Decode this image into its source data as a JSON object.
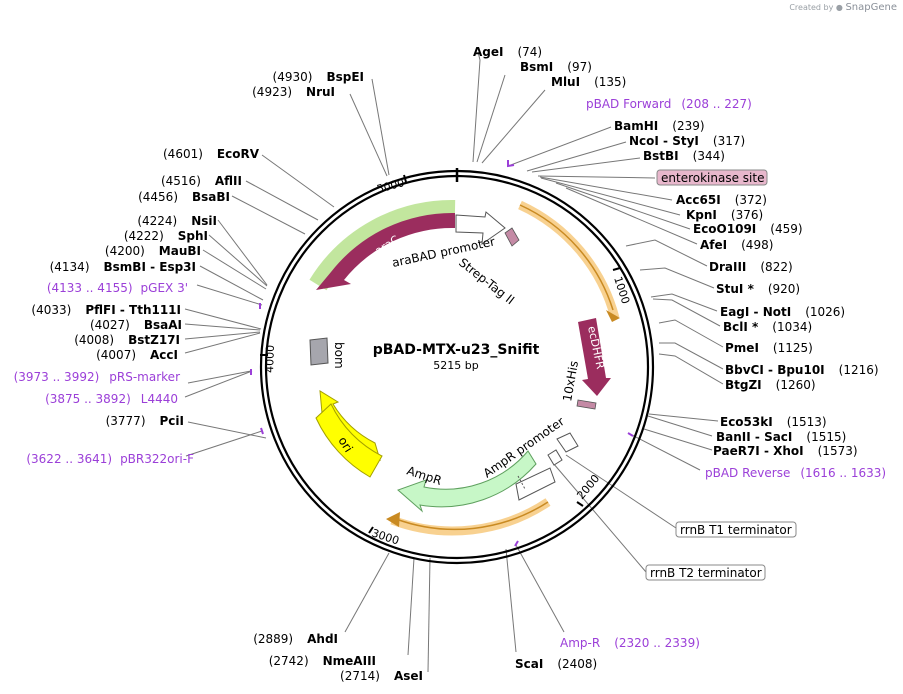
{
  "credit": {
    "prefix": "Created by",
    "brand": "SnapGene"
  },
  "plasmid": {
    "name": "pBAD-MTX-u23_Snifit",
    "length": "5215 bp"
  },
  "ruler": [
    "1000",
    "2000",
    "3000",
    "4000",
    "5000"
  ],
  "sites": {
    "agei": {
      "name": "AgeI",
      "pos": "(74)"
    },
    "bsmi": {
      "name": "BsmI",
      "pos": "(97)"
    },
    "mlui": {
      "name": "MluI",
      "pos": "(135)"
    },
    "bamhi": {
      "name": "BamHI",
      "pos": "(239)"
    },
    "ncoi": {
      "name": "NcoI",
      "sep": " - ",
      "name2": "StyI",
      "pos": "(317)"
    },
    "bstbi": {
      "name": "BstBI",
      "pos": "(344)"
    },
    "acc65i": {
      "name": "Acc65I",
      "pos": "(372)"
    },
    "kpni": {
      "name": "KpnI",
      "pos": "(376)"
    },
    "eco0109i": {
      "name": "EcoO109I",
      "pos": "(459)"
    },
    "afei": {
      "name": "AfeI",
      "pos": "(498)"
    },
    "draiii": {
      "name": "DraIII",
      "pos": "(822)"
    },
    "stui": {
      "name": "StuI *",
      "pos": "(920)"
    },
    "eagi": {
      "name": "EagI",
      "sep": " - ",
      "name2": "NotI",
      "pos": "(1026)"
    },
    "bcli": {
      "name": "BclI *",
      "pos": "(1034)"
    },
    "pmei": {
      "name": "PmeI",
      "pos": "(1125)"
    },
    "bbvci": {
      "name": "BbvCI",
      "sep": " - ",
      "name2": "Bpu10I",
      "pos": "(1216)"
    },
    "btgzi": {
      "name": "BtgZI",
      "pos": "(1260)"
    },
    "eco53ki": {
      "name": "Eco53kI",
      "pos": "(1513)"
    },
    "banii": {
      "name": "BanII",
      "sep": " - ",
      "name2": "SacI",
      "pos": "(1515)"
    },
    "paer7i": {
      "name": "PaeR7I",
      "sep": " - ",
      "name2": "XhoI",
      "pos": "(1573)"
    },
    "scai": {
      "name": "ScaI",
      "pos": "(2408)"
    },
    "asei": {
      "name": "AseI",
      "pos": "(2714)"
    },
    "nmeaiii": {
      "name": "NmeAIII",
      "pos": "(2742)"
    },
    "ahdi": {
      "name": "AhdI",
      "pos": "(2889)"
    },
    "pcii": {
      "name": "PciI",
      "pos": "(3777)"
    },
    "acci": {
      "name": "AccI",
      "pos": "(4007)"
    },
    "bstz17i": {
      "name": "BstZ17I",
      "pos": "(4008)"
    },
    "bsaai": {
      "name": "BsaAI",
      "pos": "(4027)"
    },
    "pflfi": {
      "name": "PflFI",
      "sep": " - ",
      "name2": "Tth111I",
      "pos": "(4033)"
    },
    "bsmbi": {
      "name": "BsmBI",
      "sep": " - ",
      "name2": "Esp3I",
      "pos": "(4134)"
    },
    "maubi": {
      "name": "MauBI",
      "pos": "(4200)"
    },
    "sphi": {
      "name": "SphI",
      "pos": "(4222)"
    },
    "nsii": {
      "name": "NsiI",
      "pos": "(4224)"
    },
    "bsabi": {
      "name": "BsaBI",
      "pos": "(4456)"
    },
    "aflii": {
      "name": "AflII",
      "pos": "(4516)"
    },
    "ecorv": {
      "name": "EcoRV",
      "pos": "(4601)"
    },
    "nrui": {
      "name": "NruI",
      "pos": "(4923)"
    },
    "bspei": {
      "name": "BspEI",
      "pos": "(4930)"
    }
  },
  "primers": {
    "pbad_forward": {
      "name": "pBAD Forward",
      "range": "(208 .. 227)"
    },
    "pbad_reverse": {
      "name": "pBAD Reverse",
      "range": "(1616 .. 1633)"
    },
    "amp_r": {
      "name": "Amp-R",
      "range": "(2320 .. 2339)"
    },
    "pbr322ori_f": {
      "name": "pBR322ori-F",
      "range": "(3622 .. 3641)"
    },
    "l4440": {
      "name": "L4440",
      "range": "(3875 .. 3892)"
    },
    "prs_marker": {
      "name": "pRS-marker",
      "range": "(3973 .. 3992)"
    },
    "pgex3": {
      "name": "pGEX 3'",
      "range": "(4133 .. 4155)"
    }
  },
  "boxed": {
    "enterokinase": "enterokinase site",
    "rrnb_t1": "rrnB T1 terminator",
    "rrnb_t2": "rrnB T2 terminator"
  },
  "features": {
    "arac": "araC",
    "arabad_promoter": "araBAD promoter",
    "strep_tag": "Strep-Tag II",
    "ecdhfr": "ecDHFR",
    "his10": "10xHis",
    "ampr_promoter": "AmpR promoter",
    "ampr": "AmpR",
    "ori": "ori",
    "bom": "bom"
  },
  "colors": {
    "primer": "#9b3fd8",
    "arac": "#9b2d5e",
    "ecdhfr": "#9b2d5e",
    "ampr": "#c7f7c7",
    "ori": "#ffff00",
    "bom": "#a6a6ad",
    "orf_highlight": "#f5c26b",
    "arac_highlight": "#8fd14f",
    "enterokinase_box": "#e8b7cc"
  }
}
